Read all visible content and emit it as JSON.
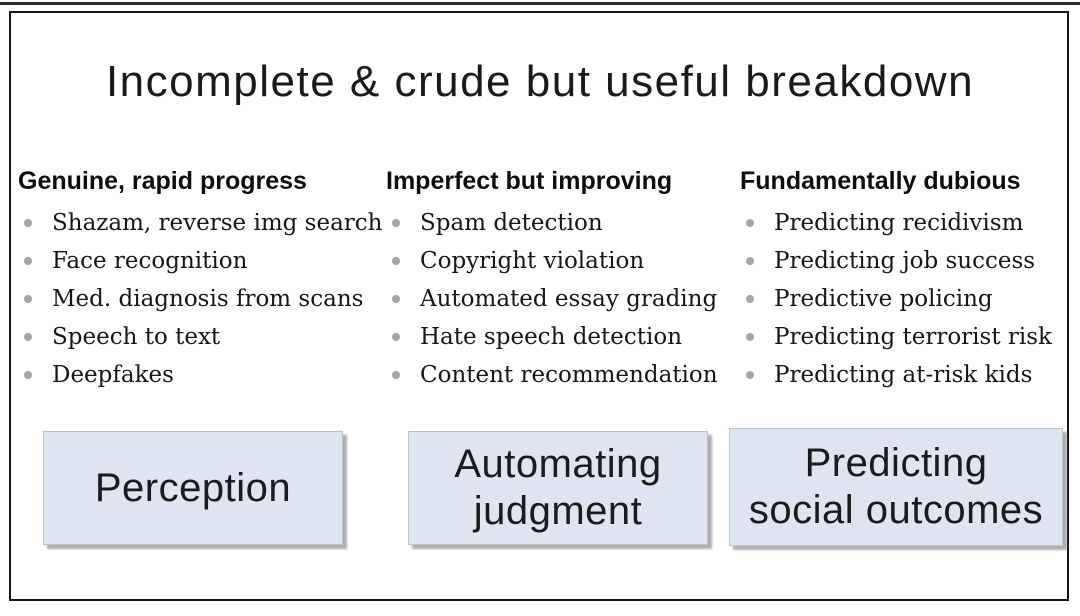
{
  "slide": {
    "title": "Incomplete & crude but useful breakdown",
    "columns": [
      {
        "header": "Genuine, rapid progress",
        "items": [
          "Shazam, reverse img search",
          "Face recognition",
          "Med. diagnosis from scans",
          "Speech to text",
          "Deepfakes"
        ],
        "box_lines": [
          "Perception"
        ]
      },
      {
        "header": "Imperfect but improving",
        "items": [
          "Spam detection",
          "Copyright violation",
          "Automated essay grading",
          "Hate speech detection",
          "Content recommendation"
        ],
        "box_lines": [
          "Automating",
          "judgment"
        ]
      },
      {
        "header": "Fundamentally dubious",
        "items": [
          "Predicting recidivism",
          "Predicting job success",
          "Predictive policing",
          "Predicting terrorist risk",
          "Predicting at-risk kids"
        ],
        "box_lines": [
          "Predicting",
          "social outcomes"
        ]
      }
    ],
    "colors": {
      "box_fill": "#dfe5f0",
      "box_border": "#bcc4d4",
      "bullet_dot": "#a5a5a5",
      "text": "#161616",
      "frame_border": "#151515"
    }
  }
}
